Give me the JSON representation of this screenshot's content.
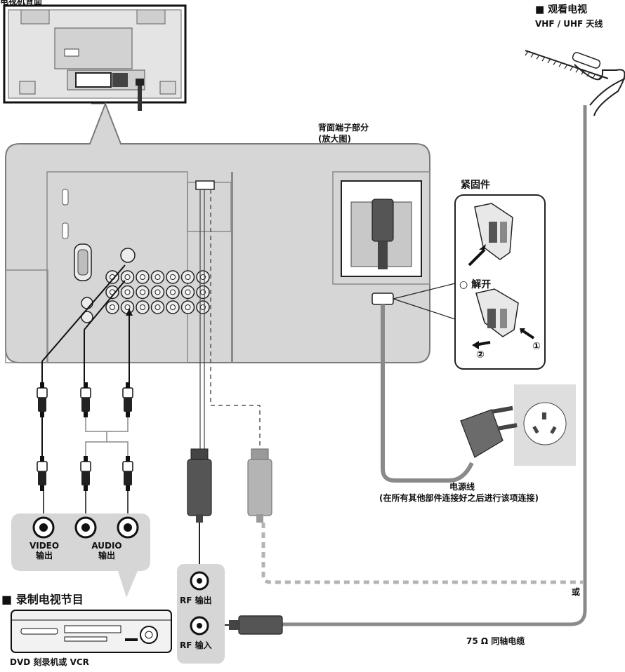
{
  "tv_back_caption": "电视机背面",
  "enlarged_view": {
    "line1": "背面端子部分",
    "line2": "(放大图)"
  },
  "fastener": {
    "title": "紧固件",
    "release_label": "○ 解开",
    "step1": "①",
    "step2": "②"
  },
  "watch_tv": {
    "title": "■ 观看电视",
    "antenna_label": "VHF / UHF  天线"
  },
  "power_cord": {
    "label": "电源线",
    "note": "(在所有其他部件连接好之后进行该项连接)"
  },
  "recorder_outputs": {
    "video_line1": "VIDEO",
    "video_line2": "输出",
    "audio_line1": "AUDIO",
    "audio_line2": "输出"
  },
  "rf": {
    "out_label": "RF 输出",
    "in_label": "RF 输入",
    "or_label": "或",
    "cable_label": "75 Ω 同轴电缆"
  },
  "record_tv": {
    "title": "■ 录制电视节目",
    "device_label": "DVD 刻录机或 VCR"
  },
  "colors": {
    "panel": "#d6d6d6",
    "panel_stroke": "#7a7a7a",
    "cable": "#8a8a8a",
    "dark_plug": "#555555",
    "light_plug": "#b4b4b4"
  }
}
